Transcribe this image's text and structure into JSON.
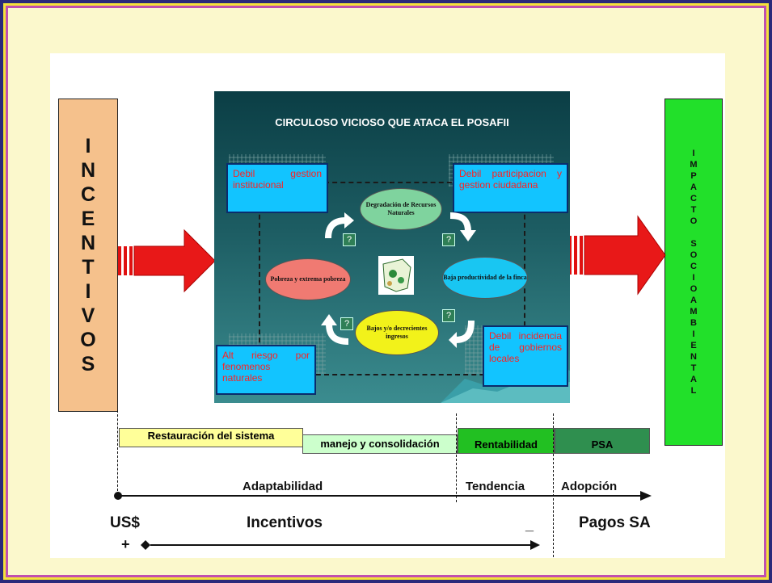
{
  "left_box": {
    "letters": [
      "I",
      "N",
      "C",
      "E",
      "N",
      "T",
      "I",
      "V",
      "O",
      "S"
    ]
  },
  "right_box": {
    "letters": [
      "I",
      "M",
      "P",
      "A",
      "C",
      "T",
      "O",
      "",
      "S",
      "O",
      "C",
      "I",
      "O",
      "A",
      "M",
      "B",
      "I",
      "E",
      "N",
      "T",
      "A",
      "L"
    ]
  },
  "diagram": {
    "title": "CIRCULOSO VICIOSO QUE ATACA EL POSAFII",
    "nodes": {
      "top_left": "Debil gestion institucional",
      "top_right": "Debil participacion y gestion ciudadana",
      "bottom_left": "Alt riesgo por fenomenos naturales",
      "bottom_right": "Debil incidencia de gobiernos locales"
    },
    "cycle": {
      "top": "Degradación de Recursos Naturales",
      "right": "Baja productividad de la finca",
      "bottom": "Bajos y/o decrecientes ingresos",
      "left": "Pobreza y extrema pobreza"
    },
    "q_mark": "?",
    "colors": {
      "node_fill": "#12c4ff",
      "node_text": "#ff2020",
      "top_ellipse": "#7fd39e",
      "right_ellipse": "#19c6f2",
      "bottom_ellipse": "#f2f21a",
      "left_ellipse": "#f07a72"
    }
  },
  "phases": [
    {
      "label": "Restauración del sistema",
      "color": "#ffff99"
    },
    {
      "label": "manejo y consolidación",
      "color": "#ccffcc"
    },
    {
      "label": "Rentabilidad",
      "color": "#22c022"
    },
    {
      "label": "PSA",
      "color": "#2f8f4f"
    }
  ],
  "stages": {
    "adaptabilidad": "Adaptabilidad",
    "tendencia": "Tendencia",
    "adopcion": "Adopción"
  },
  "bottom": {
    "currency": "US$",
    "incentivos": "Incentivos",
    "pagos": "Pagos SA",
    "plus": "+",
    "minus": "_"
  }
}
